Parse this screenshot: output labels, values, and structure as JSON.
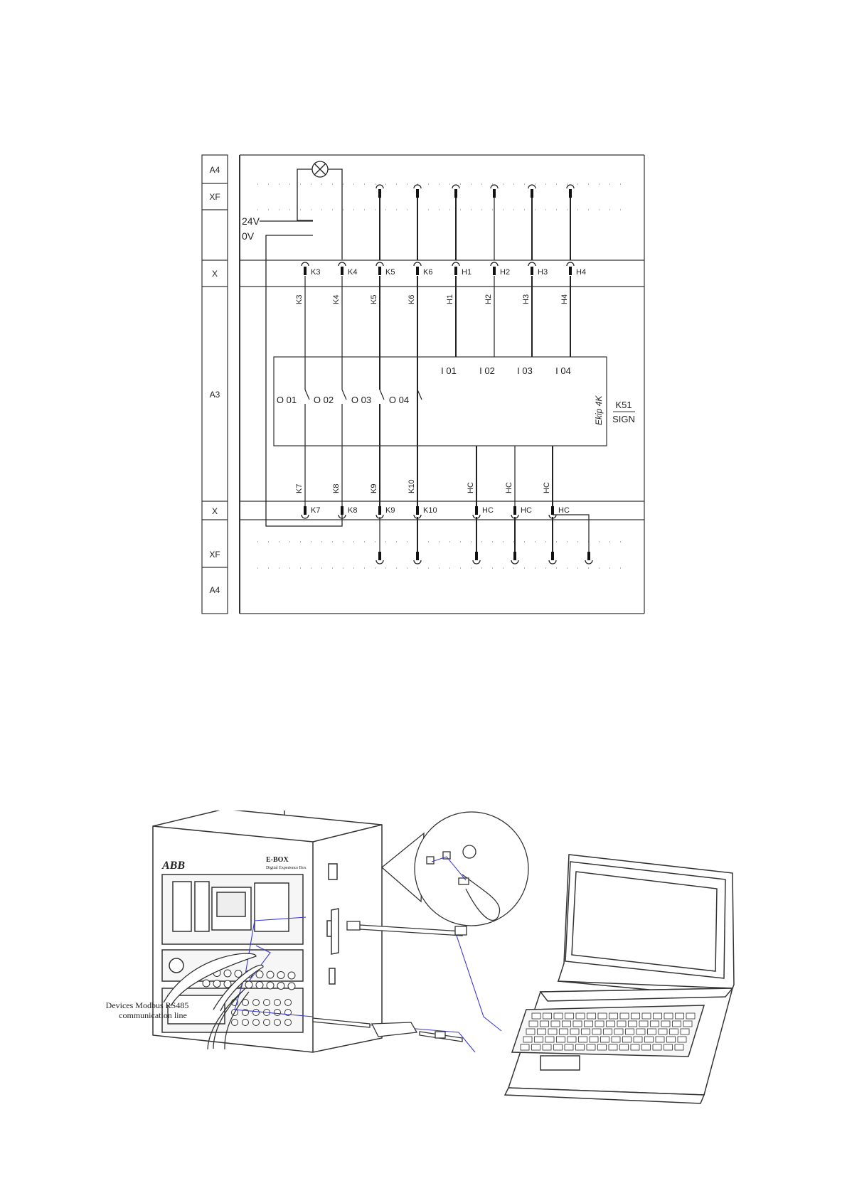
{
  "schematic": {
    "rows_top": [
      "A4",
      "XF",
      "",
      "X",
      "A3"
    ],
    "rows_bottom": [
      "X",
      "",
      "XF",
      "A4"
    ],
    "supply": {
      "plus": "24V",
      "minus": "0V"
    },
    "terminals_top": [
      "K3",
      "K4",
      "K5",
      "K6",
      "H1",
      "H2",
      "H3",
      "H4"
    ],
    "wires_top": [
      "K3",
      "K4",
      "K5",
      "K6",
      "H1",
      "H2",
      "H3",
      "H4"
    ],
    "inputs": [
      "I 01",
      "I 02",
      "I 03",
      "I 04"
    ],
    "outputs": [
      "O 01",
      "O 02",
      "O 03",
      "O 04"
    ],
    "module": {
      "name": "Ekip 4K",
      "ref": "K51",
      "sub": "SIGN"
    },
    "wires_bottom": [
      "K7",
      "K8",
      "K9",
      "K10",
      "HC",
      "HC",
      "HC"
    ],
    "terminals_bottom": [
      "K7",
      "K8",
      "K9",
      "K10",
      "HC",
      "HC",
      "HC"
    ]
  },
  "illustration": {
    "brand": "ABB",
    "product": "E-BOX",
    "product_sub": "Digital Experience Box",
    "caption_line1": "Devices Modbus RS485",
    "caption_line2": "communication line",
    "cable_color": "#3a3ad0"
  }
}
